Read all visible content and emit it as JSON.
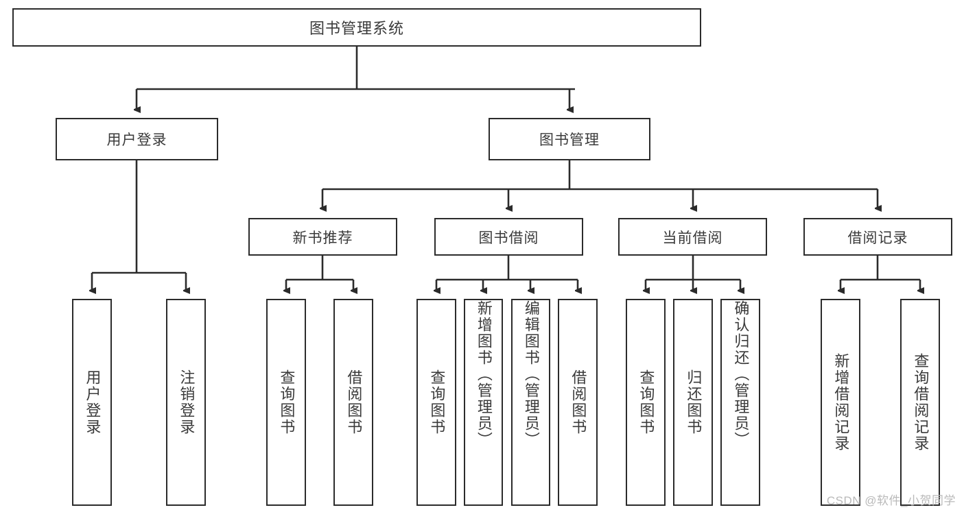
{
  "diagram": {
    "title": "图书管理系统",
    "type": "tree-hierarchy-functional-structure",
    "root": {
      "label": "图书管理系统"
    },
    "level2": [
      {
        "label": "用户登录"
      },
      {
        "label": "图书管理"
      }
    ],
    "level3": [
      {
        "label": "新书推荐"
      },
      {
        "label": "图书借阅"
      },
      {
        "label": "当前借阅"
      },
      {
        "label": "借阅记录"
      }
    ],
    "leaves": {
      "user_login": [
        {
          "label": "用户登录"
        },
        {
          "label": "注销登录"
        }
      ],
      "new_book_recommend": [
        {
          "label": "查询图书"
        },
        {
          "label": "借阅图书"
        }
      ],
      "book_borrow": [
        {
          "label": "查询图书"
        },
        {
          "label": "新增图书（管理员）"
        },
        {
          "label": "编辑图书（管理员）"
        },
        {
          "label": "借阅图书"
        }
      ],
      "current_borrow": [
        {
          "label": "查询图书"
        },
        {
          "label": "归还图书"
        },
        {
          "label": "确认归还（管理员）"
        }
      ],
      "borrow_record": [
        {
          "label": "新增借阅记录"
        },
        {
          "label": "查询借阅记录"
        }
      ]
    }
  },
  "watermark": {
    "text": "CSDN @软件_小贺同学"
  },
  "colors": {
    "border": "#2b2b2b",
    "text": "#3a3a3a",
    "background": "#ffffff",
    "watermark": "#b9b9b9"
  }
}
